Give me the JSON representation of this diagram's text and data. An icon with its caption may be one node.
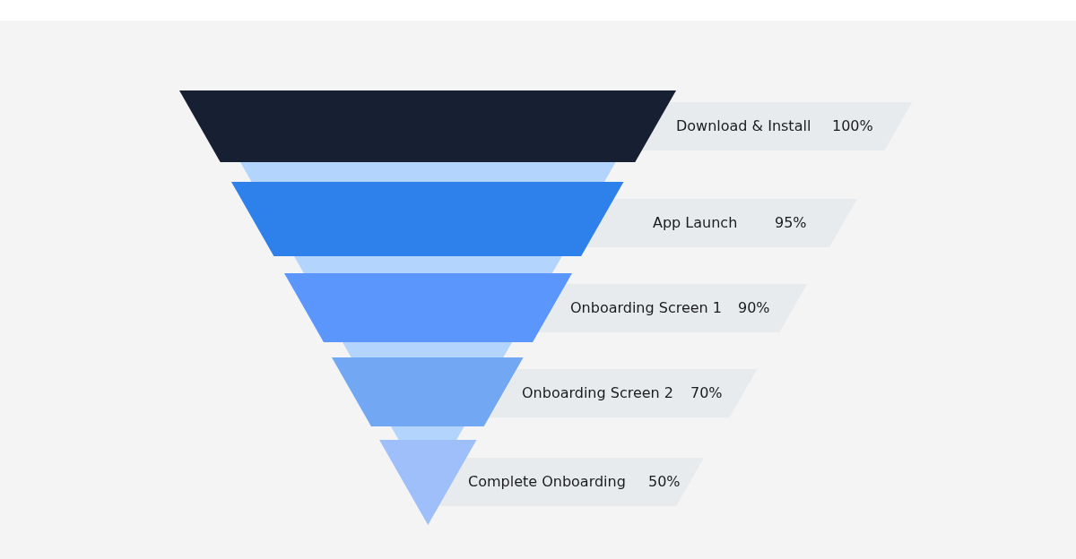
{
  "diagram": {
    "nodes": [
      {
        "text": [],
        "shape": "trapezoid"
      },
      {
        "text": [
          "Download & Install",
          "100%"
        ]
      },
      {
        "text": [],
        "shape": "trapezoid"
      },
      {
        "text": [],
        "shape": "trapezoid"
      },
      {
        "text": [
          "App Launch",
          "95%"
        ]
      },
      {
        "text": [],
        "shape": "trapezoid"
      },
      {
        "text": [],
        "shape": "trapezoid"
      },
      {
        "text": [
          "Onboarding Screen 1",
          "90%"
        ]
      },
      {
        "text": [],
        "shape": "trapezoid"
      },
      {
        "text": [],
        "shape": "trapezoid"
      },
      {
        "text": [
          "Onboarding Screen 2",
          "70%"
        ]
      },
      {
        "text": [],
        "shape": "trapezoid"
      },
      {
        "text": [],
        "shape": "triangle"
      },
      {
        "text": [
          "Complete Onboarding",
          "50%"
        ]
      }
    ]
  }
}
